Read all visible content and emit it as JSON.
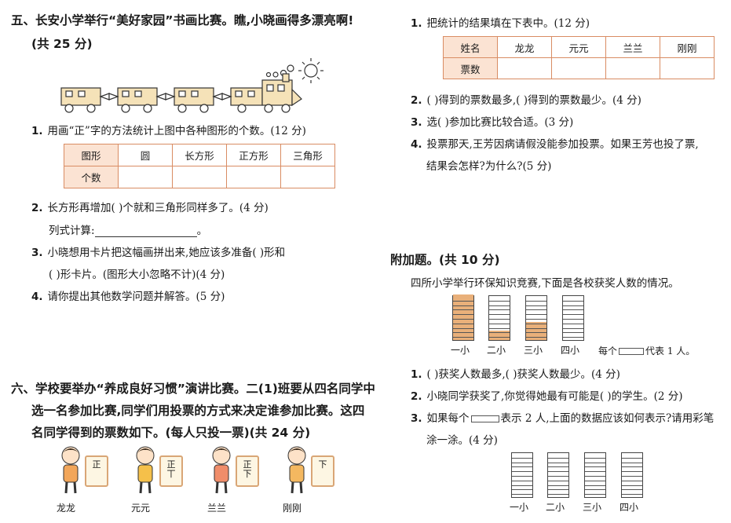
{
  "section5": {
    "title": "五、长安小学举行“美好家园”书画比赛。瞧,小晓画得多漂亮啊!",
    "points": "(共 25 分)",
    "q1": "用画“正”字的方法统计上图中各种图形的个数。(12 分)",
    "table_headers": [
      "图形",
      "圆",
      "长方形",
      "正方形",
      "三角形"
    ],
    "table_row_label": "个数",
    "q2": "长方形再增加(      )个就和三角形同样多了。(4 分)",
    "q2_sub": "列式计算:",
    "q3a": "小晓想用卡片把这幅画拼出来,她应该多准备(            )形和",
    "q3b": "(          )形卡片。(图形大小忽略不计)(4 分)",
    "q4": "请你提出其他数学问题并解答。(5 分)"
  },
  "section6": {
    "line1": "六、学校要举办“养成良好习惯”演讲比赛。二(1)班要从四名同学中",
    "line2": "选一名参加比赛,同学们用投票的方式来决定谁参加比赛。这四",
    "line3": "名同学得到的票数如下。(每人只投一票)(共 24 分)",
    "students": [
      {
        "name": "龙龙",
        "tally": "正"
      },
      {
        "name": "元元",
        "tally": "正\n丅"
      },
      {
        "name": "兰兰",
        "tally": "正\n下"
      },
      {
        "name": "刚刚",
        "tally": "下"
      }
    ],
    "q1": "把统计的结果填在下表中。(12 分)",
    "table_headers": [
      "姓名",
      "龙龙",
      "元元",
      "兰兰",
      "刚刚"
    ],
    "table_row_label": "票数",
    "q2": "(        )得到的票数最多,(          )得到的票数最少。(4 分)",
    "q3": "选(          )参加比赛比较合适。(3 分)",
    "q4a": "投票那天,王芳因病请假没能参加投票。如果王芳也投了票,",
    "q4b": "结果会怎样?为什么?(5 分)"
  },
  "bonus": {
    "title": "附加题。(共 10 分)",
    "intro": "四所小学举行环保知识竞赛,下面是各校获奖人数的情况。",
    "schools": [
      "一小",
      "二小",
      "三小",
      "四小"
    ],
    "segments": 10,
    "filled": [
      10,
      2,
      4,
      0
    ],
    "legend_pre": "每个",
    "legend_post": "代表 1 人。",
    "q1": "(          )获奖人数最多,(          )获奖人数最少。(4 分)",
    "q2": "小晓同学获奖了,你觉得她最有可能是(          )的学生。(2 分)",
    "q3a_pre": "如果每个",
    "q3a_post": "表示 2 人,上面的数据应该如何表示?请用彩笔",
    "q3b": "涂一涂。(4 分)"
  },
  "qnums": [
    "1.",
    "2.",
    "3.",
    "4."
  ]
}
